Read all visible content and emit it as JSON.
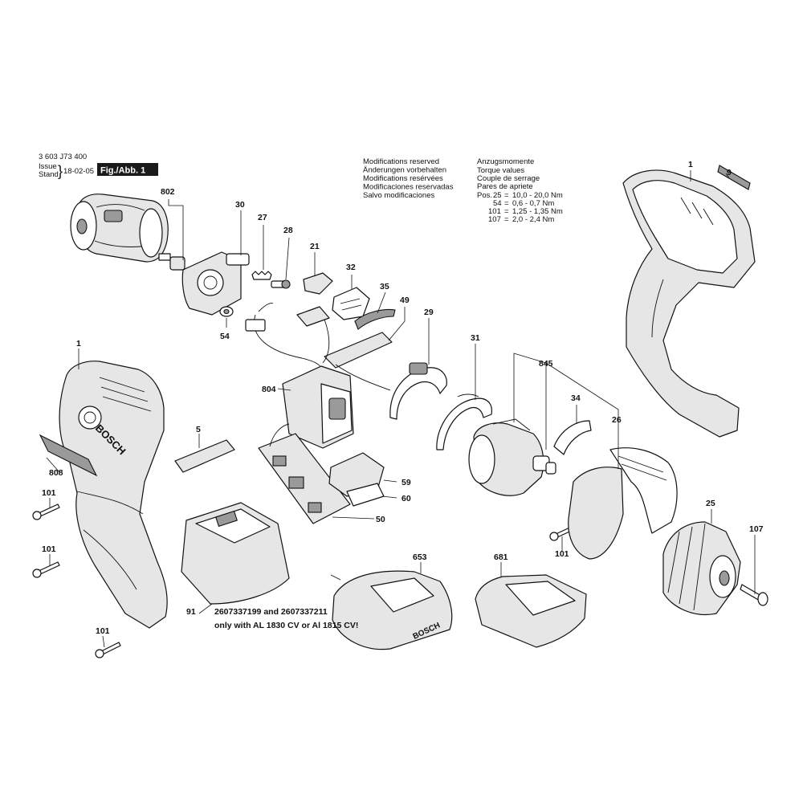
{
  "header": {
    "part_number": "3 603 J73 400",
    "issue_label": "Issue",
    "stand_label": "Stand",
    "brace": "}",
    "date": "18-02-05",
    "fig_label": "Fig./Abb. 1"
  },
  "modifications": [
    "Modifications reserved",
    "Änderungen vorbehalten",
    "Modifications resérvées",
    "Modificaciones reservadas",
    "Salvo modificaciones"
  ],
  "torque": {
    "lines": [
      "Anzugsmomente",
      "Torque values",
      "Couple de serrage",
      "Pares de apriete"
    ],
    "rows": [
      {
        "prefix": "Pos.",
        "pos": "25",
        "eq": "=",
        "value": "10,0  - 20,0 Nm"
      },
      {
        "prefix": "",
        "pos": "54",
        "eq": "=",
        "value": "0,6   - 0,7 Nm"
      },
      {
        "prefix": "",
        "pos": "101",
        "eq": "=",
        "value": "1,25 - 1,35 Nm"
      },
      {
        "prefix": "",
        "pos": "107",
        "eq": "=",
        "value": "2,0   - 2,4 Nm"
      }
    ]
  },
  "battery_note": {
    "line1": "2607337199 and 2607337211",
    "line2": "only with AL 1830 CV or Al 1815 CV!"
  },
  "brand_marks": [
    "BOSCH",
    "BOSCH"
  ],
  "labels": {
    "p802": "802",
    "p30": "30",
    "p27": "27",
    "p28": "28",
    "p21": "21",
    "p32": "32",
    "p35": "35",
    "p49": "49",
    "p29": "29",
    "p31": "31",
    "p845": "845",
    "p1_right": "1",
    "p9": "9",
    "p54": "54",
    "p1_left": "1",
    "p804": "804",
    "p5": "5",
    "p808": "808",
    "p101_a": "101",
    "p101_b": "101",
    "p101_c": "101",
    "p101_d": "101",
    "p59": "59",
    "p60": "60",
    "p50": "50",
    "p34": "34",
    "p26": "26",
    "p25": "25",
    "p107": "107",
    "p91": "91",
    "p653": "653",
    "p681": "681"
  }
}
